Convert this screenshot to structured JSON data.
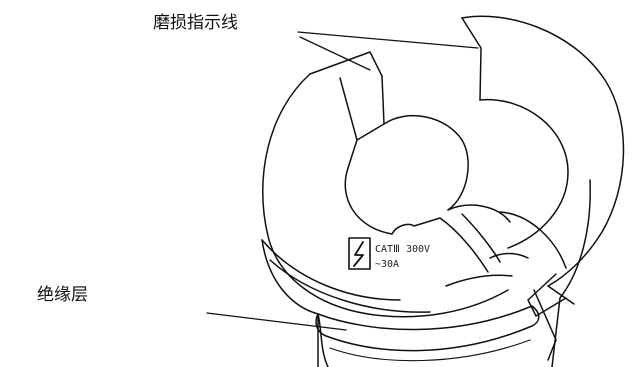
{
  "labels": {
    "wear_indicator": "磨损指示线",
    "insulation_layer": "绝缘层"
  },
  "rating_marking": {
    "line1": "CATⅢ 300V",
    "line2": "~30A"
  },
  "icon": "high-voltage-icon"
}
